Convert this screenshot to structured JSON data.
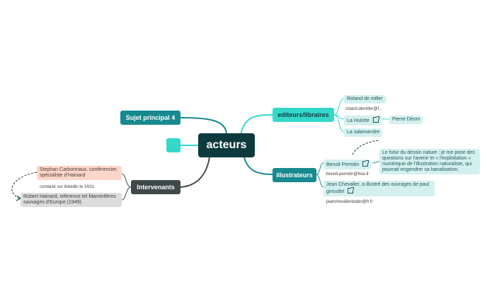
{
  "central": {
    "label": "acteurs"
  },
  "main": {
    "sujet": "Sujet principal 4",
    "editeurs": "editeurs/libraires",
    "illustrateurs": "illustrateurs",
    "intervenants": "Intervenants"
  },
  "editeurs": {
    "roland": "Roland de miller",
    "roland_email": "roland.demiller@f...",
    "hulotte": "La Hulotte",
    "pierre": "Pierre Déom",
    "salamandre": "La salamandre"
  },
  "illustrateurs": {
    "benoit": "Benoit Perrotin",
    "benoit_email": "benoit.perrotin@free.fr",
    "note": "Le futur du dessin nature : je me pose des questions sur l'avenir et « l'exploitation » numérique de l'illustration naturaliste, qui pourrait engendrer sa banalisation.",
    "jean": "Jean Chevalier, a illustré des ouvrages de paul giroudet",
    "jean_email": "jeanchevalierduder@fr.fr"
  },
  "intervenants": {
    "stephan": "Stephan Carbonnaux, conférencier, spécialiste d'Hainard",
    "stephan_note": "contacté sur linkedin le 14/11",
    "robert": "Robert Hainard, reference tel Mammifères sauvages d'Europe (1949)"
  },
  "colors": {
    "central": "#0d3b3d",
    "teal_dark": "#178a8f",
    "teal_light": "#34d8cb",
    "grey_dark": "#3e4a4a",
    "sub_bg": "#d3f0ef",
    "peach": "#fcd6c9"
  }
}
